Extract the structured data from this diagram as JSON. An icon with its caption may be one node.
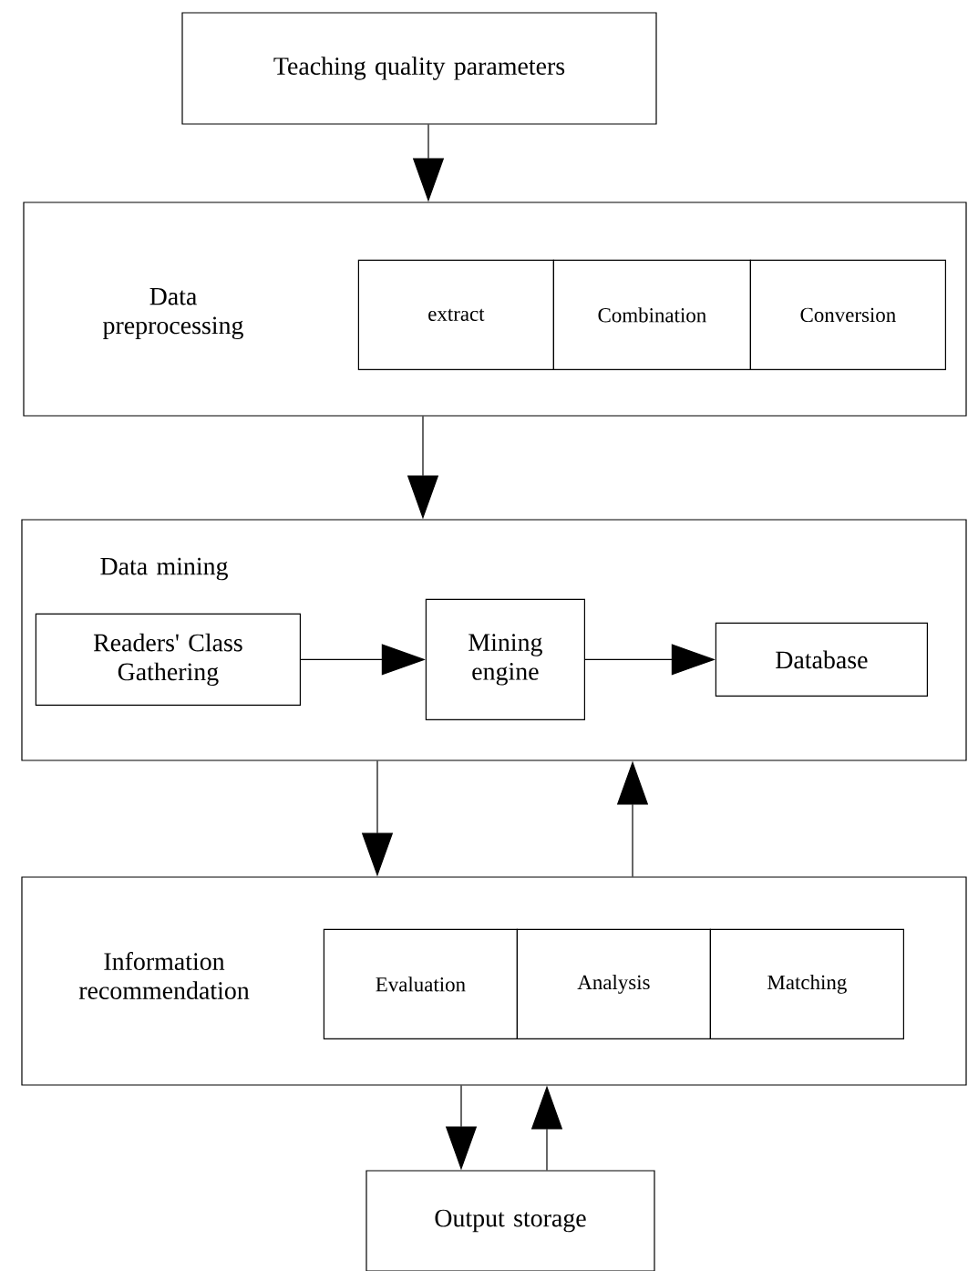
{
  "diagram": {
    "nodes": [
      {
        "text": [
          "Teaching quality parameters"
        ]
      },
      {
        "text": [
          "Data preprocessing"
        ]
      },
      {
        "text": [
          "extract"
        ],
        "in": 1
      },
      {
        "text": [
          "Combination"
        ],
        "in": 1
      },
      {
        "text": [
          "Conversion"
        ],
        "in": 1
      },
      {
        "text": [
          "Data mining"
        ]
      },
      {
        "text": [
          "Readers' Class Gathering"
        ],
        "in": 5
      },
      {
        "text": [
          "Mining engine"
        ],
        "in": 5
      },
      {
        "text": [
          "Database"
        ],
        "in": 5
      },
      {
        "text": [
          "Information recommendation"
        ]
      },
      {
        "text": [
          "Evaluation"
        ],
        "in": 9
      },
      {
        "text": [
          "Analysis"
        ],
        "in": 9
      },
      {
        "text": [
          "Matching"
        ],
        "in": 9
      },
      {
        "text": [
          "Output storage"
        ]
      }
    ],
    "edges": [
      {
        "from": 0,
        "to": 1,
        "arrow": "to"
      },
      {
        "from": 1,
        "to": 5,
        "arrow": "to"
      },
      {
        "from": 6,
        "to": 7,
        "arrow": "to"
      },
      {
        "from": 7,
        "to": 8,
        "arrow": "to"
      },
      {
        "from": 5,
        "to": 9,
        "arrow": "to"
      },
      {
        "from": 9,
        "to": 5,
        "arrow": "to"
      },
      {
        "from": 9,
        "to": 13,
        "arrow": "to"
      },
      {
        "from": 13,
        "to": 9,
        "arrow": "to"
      }
    ]
  }
}
